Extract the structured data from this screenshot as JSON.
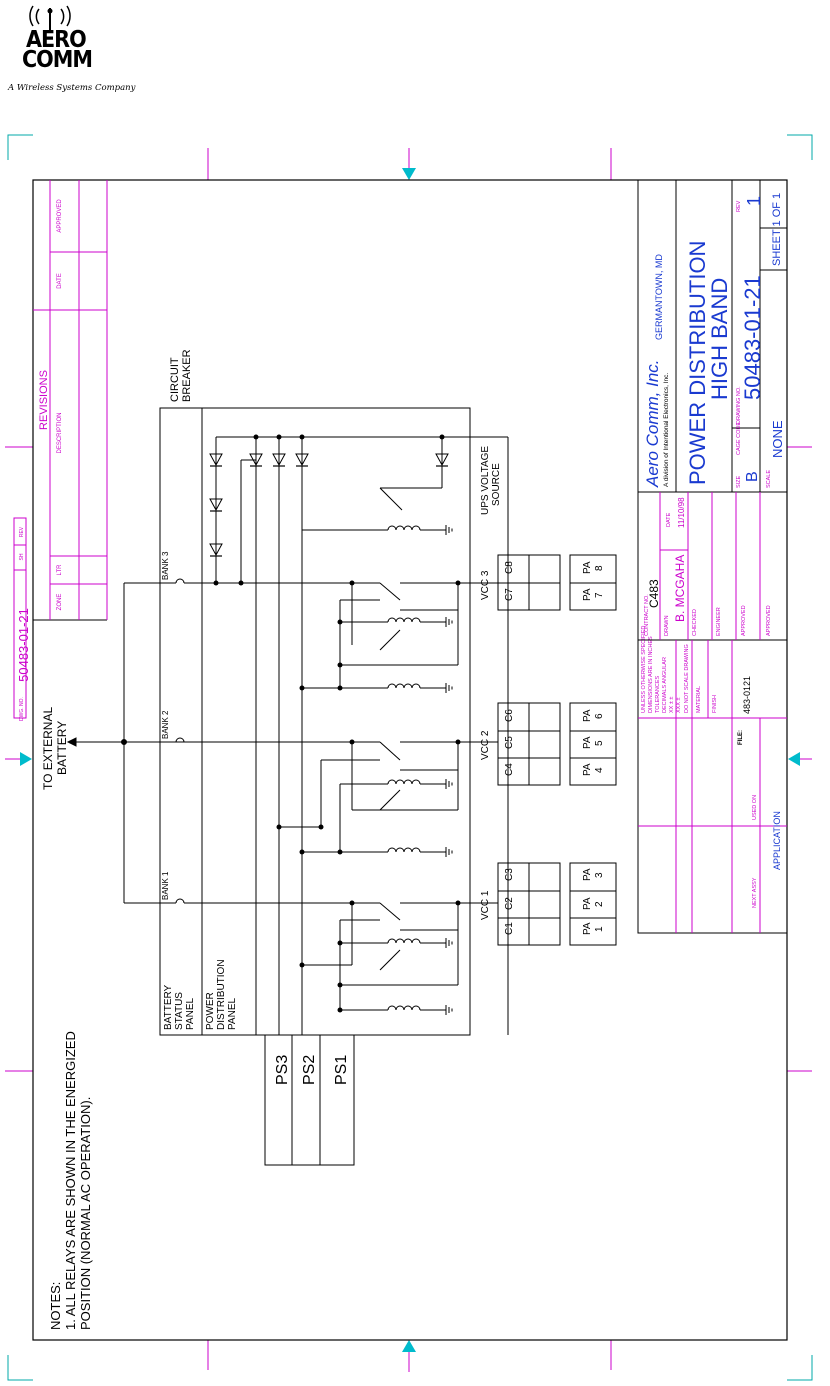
{
  "logo": {
    "line1": "AERO",
    "line2": "COMM",
    "tagline": "A Wireless Systems Company"
  },
  "notes": {
    "heading": "NOTES:",
    "line1": "1.  ALL RELAYS ARE SHOWN IN THE ENERGIZED",
    "line2": "POSITION (NORMAL AC OPERATION)."
  },
  "revisions": {
    "title": "REVISIONS",
    "dwg_label": "DWG. NO.",
    "dwg_no": "50483-01-21",
    "col_zone": "ZONE",
    "col_ltr": "LTR",
    "col_description": "DESCRIPTION",
    "col_date": "DATE",
    "col_approved": "APPROVED",
    "sh_label": "SH",
    "rev_label": "REV"
  },
  "schematic": {
    "to_external": "TO EXTERNAL",
    "battery": "BATTERY",
    "bank1": "BANK 1",
    "bank2": "BANK 2",
    "bank3": "BANK 3",
    "circuit": "CIRCUIT",
    "breaker": "BREAKER",
    "ups_voltage": "UPS VOLTAGE",
    "source": "SOURCE",
    "battery_status_panel": [
      "BATTERY",
      "STATUS",
      "PANEL"
    ],
    "power_distribution_panel": [
      "POWER",
      "DISTRIBUTION",
      "PANEL"
    ],
    "vcc1": "VCC  1",
    "vcc2": "VCC  2",
    "vcc3": "VCC  3",
    "c": [
      "C1",
      "C2",
      "C3",
      "C4",
      "C5",
      "C6",
      "C7",
      "C8"
    ],
    "pa_word": "PA",
    "pa_nums": [
      "1",
      "2",
      "3",
      "4",
      "5",
      "6",
      "7",
      "8"
    ],
    "ps": [
      "PS1",
      "PS2",
      "PS3"
    ]
  },
  "title_block": {
    "company": "Aero Comm, Inc.",
    "division": "A division of Intentional Electronics, Inc.",
    "location": "GERMANTOWN, MD",
    "title_line1": "POWER DISTRIBUTION",
    "title_line2": "HIGH BAND",
    "size_label": "SIZE",
    "size": "B",
    "cage_label": "CAGE CODE",
    "dwg_label": "DRAWING NO.",
    "dwg_no": "50483-01-21",
    "rev_label": "REV",
    "rev": "1",
    "scale_label": "SCALE",
    "scale": "NONE",
    "sheet": "SHEET 1  OF  1",
    "contract_label": "CONTRACT NO.",
    "contract": "C483",
    "drawn_label": "DRAWN",
    "drawn": "B. MCGAHA",
    "date_label": "DATE",
    "date": "11/10/98",
    "checked": "CHECKED",
    "engineer": "ENGINEER",
    "approved": "APPROVED",
    "unless": [
      "UNLESS OTHERWISE SPECIFIED",
      "DIMENSIONS ARE IN INCHES",
      "TOLERANCES",
      "DECIMALS    ANGULAR",
      "XX ±        ±",
      "XXX ±",
      "DO NOT SCALE DRAWING"
    ],
    "material": "MATERIAL",
    "finish": "FINISH",
    "file_label": "FILE:",
    "file": "483-0121",
    "next_assy": "NEXT ASSY",
    "used_on": "USED ON",
    "application": "APPLICATION"
  },
  "colors": {
    "magenta": "#cc00cc",
    "blue": "#1a3ad0",
    "cyan": "#00aaaa",
    "black": "#000000"
  }
}
